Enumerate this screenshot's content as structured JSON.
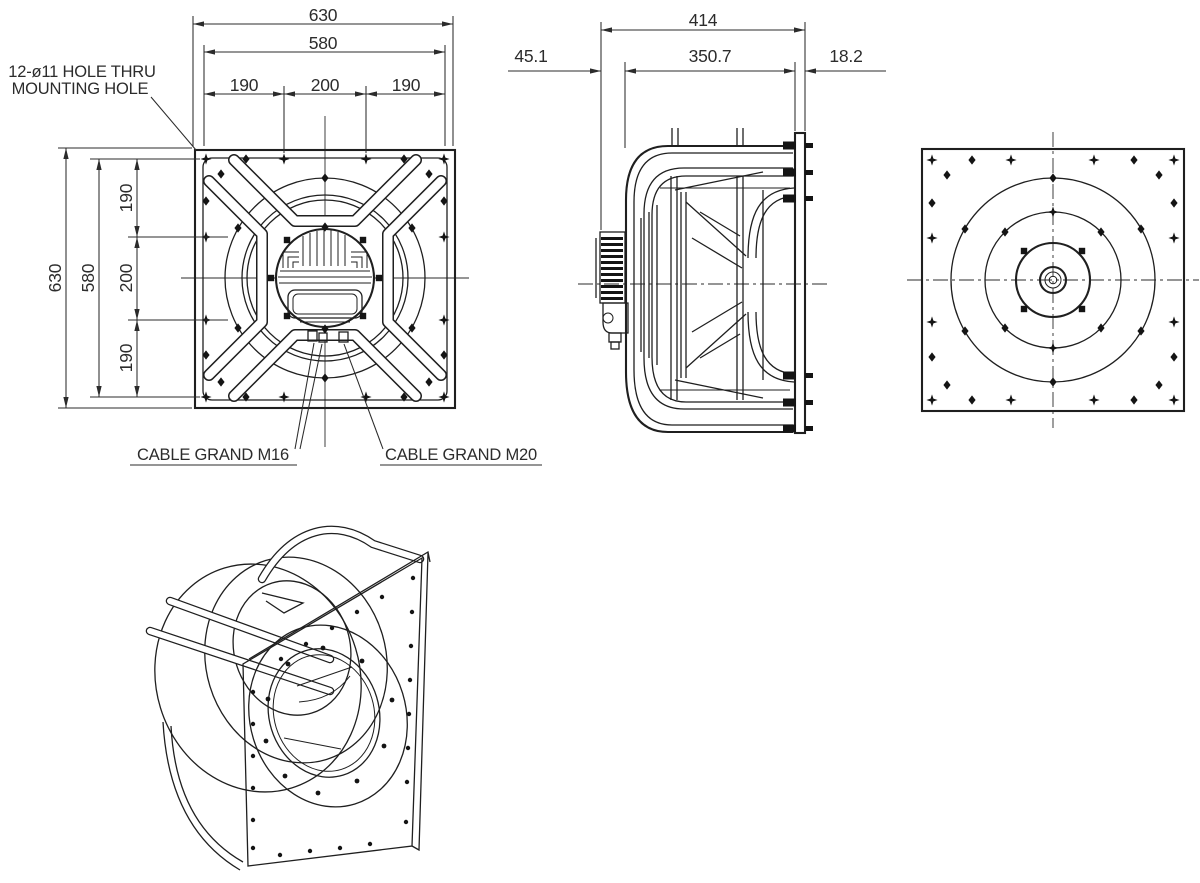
{
  "meta": {
    "drawing_type": "centrifugal-plug-fan-dimensional-drawing",
    "colors": {
      "line": "#1f1f1f",
      "text": "#2c2c2c",
      "background": "#ffffff"
    }
  },
  "note": {
    "line1": "12-ø11 HOLE THRU",
    "line2": "MOUNTING HOLE"
  },
  "labels": {
    "cable_m16": "CABLE GRAND M16",
    "cable_m20": "CABLE GRAND M20"
  },
  "front_view": {
    "dims_top": {
      "overall": "630",
      "bolt_span": "580",
      "segments": [
        "190",
        "200",
        "190"
      ]
    },
    "dims_left": {
      "overall": "630",
      "bolt_span": "580",
      "segments": [
        "190",
        "200",
        "190"
      ]
    }
  },
  "side_view": {
    "dims": {
      "overall_depth": "414",
      "motor_overhang": "45.1",
      "housing_depth": "350.7",
      "flange_offset": "18.2"
    }
  }
}
